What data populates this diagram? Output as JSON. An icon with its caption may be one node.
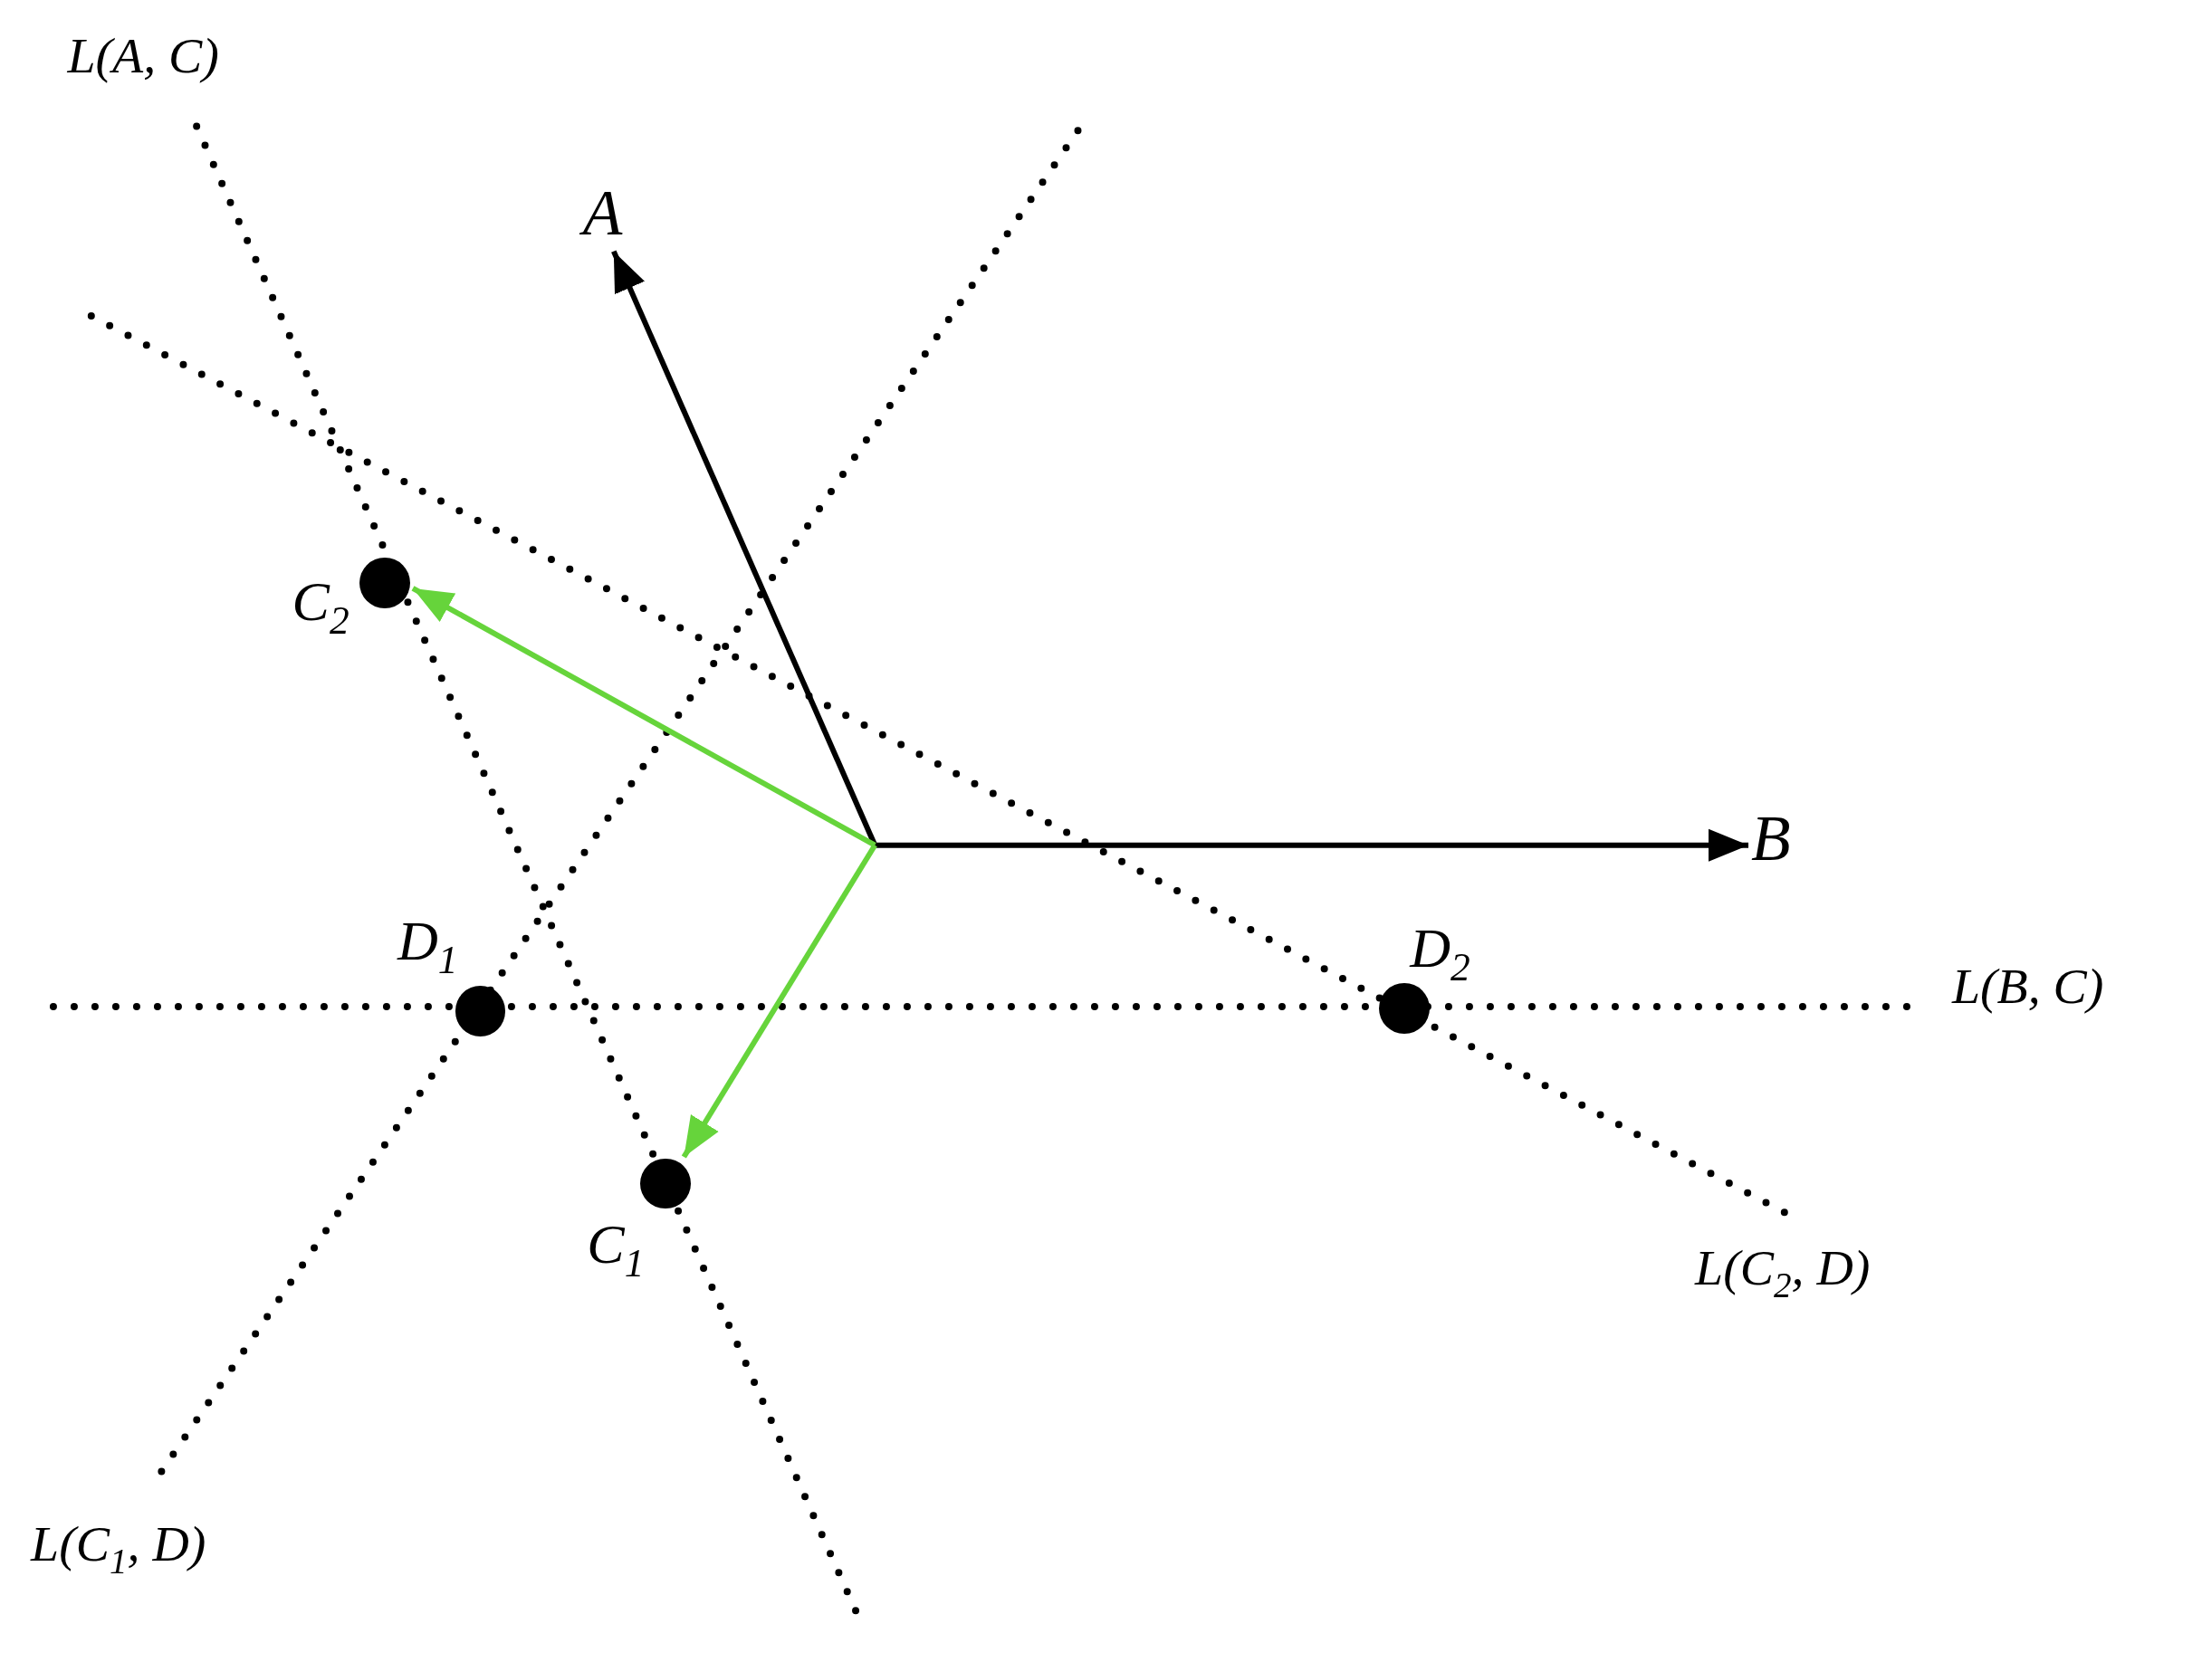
{
  "diagram": {
    "nodes": [
      {
        "text": [
          "A"
        ]
      },
      {
        "text": [
          "B"
        ]
      },
      {
        "text": [
          "C$_{2}$"
        ]
      },
      {
        "text": [
          "C$_{1}$"
        ]
      },
      {
        "text": [
          "D$_{1}$"
        ]
      },
      {
        "text": [
          "D$_{2}$"
        ]
      }
    ],
    "edges": [
      {
        "from": null,
        "to": 0,
        "arrow": "to"
      },
      {
        "from": null,
        "to": 1,
        "arrow": "to"
      },
      {
        "from": null,
        "to": 2,
        "arrow": "to",
        "color": "#66d43b"
      },
      {
        "from": null,
        "to": 3,
        "arrow": "to",
        "color": "#66d43b"
      }
    ],
    "labels": [
      "L(A, C)",
      "L(B, C)",
      "L(C$_{2}$, D)",
      "L(C$_{1}$, D)"
    ]
  }
}
